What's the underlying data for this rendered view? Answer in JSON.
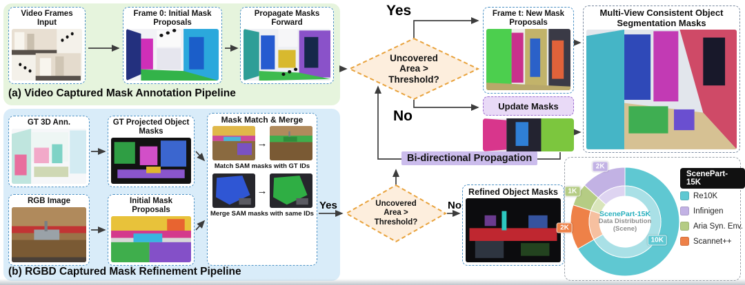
{
  "panel_a": {
    "caption": "(a) Video Captured Mask Annotation Pipeline",
    "video_frames_title": "Video Frames Input",
    "frame0_title": "Frame 0: Initial Mask Proposals",
    "propagate_title": "Propagate Masks Forward"
  },
  "panel_b": {
    "caption": "(b) RGBD Captured Mask Refinement Pipeline",
    "gt3d_title": "GT 3D Ann.",
    "gt_projected_title": "GT Projected Object Masks",
    "rgb_title": "RGB Image",
    "initial_title": "Initial Mask Proposals",
    "match_merge_title": "Mask Match & Merge",
    "match_label": "Match SAM masks with GT IDs",
    "merge_label": "Merge SAM masks with same IDs"
  },
  "flow": {
    "decision_top": "Uncovered Area > Threshold?",
    "decision_bottom": "Uncovered Area > Threshold?",
    "yes_top": "Yes",
    "no_top": "No",
    "yes_bottom": "Yes",
    "no_bottom": "No",
    "frame_t_title": "Frame t: New Mask Proposals",
    "update_masks": "Update Masks",
    "multiview_title": "Multi-View Consistent Object Segmentation Masks",
    "bidirectional": "Bi-directional Propagation",
    "refined_title": "Refined Object Masks"
  },
  "chart_data": {
    "type": "pie",
    "badge": "ScenePart-15K",
    "center_lines": [
      "ScenePart-15K",
      "Data Distribution",
      "(Scene)"
    ],
    "legend_position": "right",
    "segments": [
      {
        "label": "Re10K",
        "value": 10,
        "display": "10K",
        "color": "#5fc8d2",
        "color_light": "#a9e0e6"
      },
      {
        "label": "Scannet++",
        "value": 2,
        "display": "2K",
        "color": "#ee8148",
        "color_light": "#f6c0a0"
      },
      {
        "label": "Aria Syn. Env.",
        "value": 1,
        "display": "1K",
        "color": "#b5cc84",
        "color_light": "#d9e5bb"
      },
      {
        "label": "Infinigen",
        "value": 2,
        "display": "2K",
        "color": "#c2b2e4",
        "color_light": "#ded4f1"
      }
    ],
    "legend_order": [
      0,
      3,
      2,
      1
    ]
  }
}
